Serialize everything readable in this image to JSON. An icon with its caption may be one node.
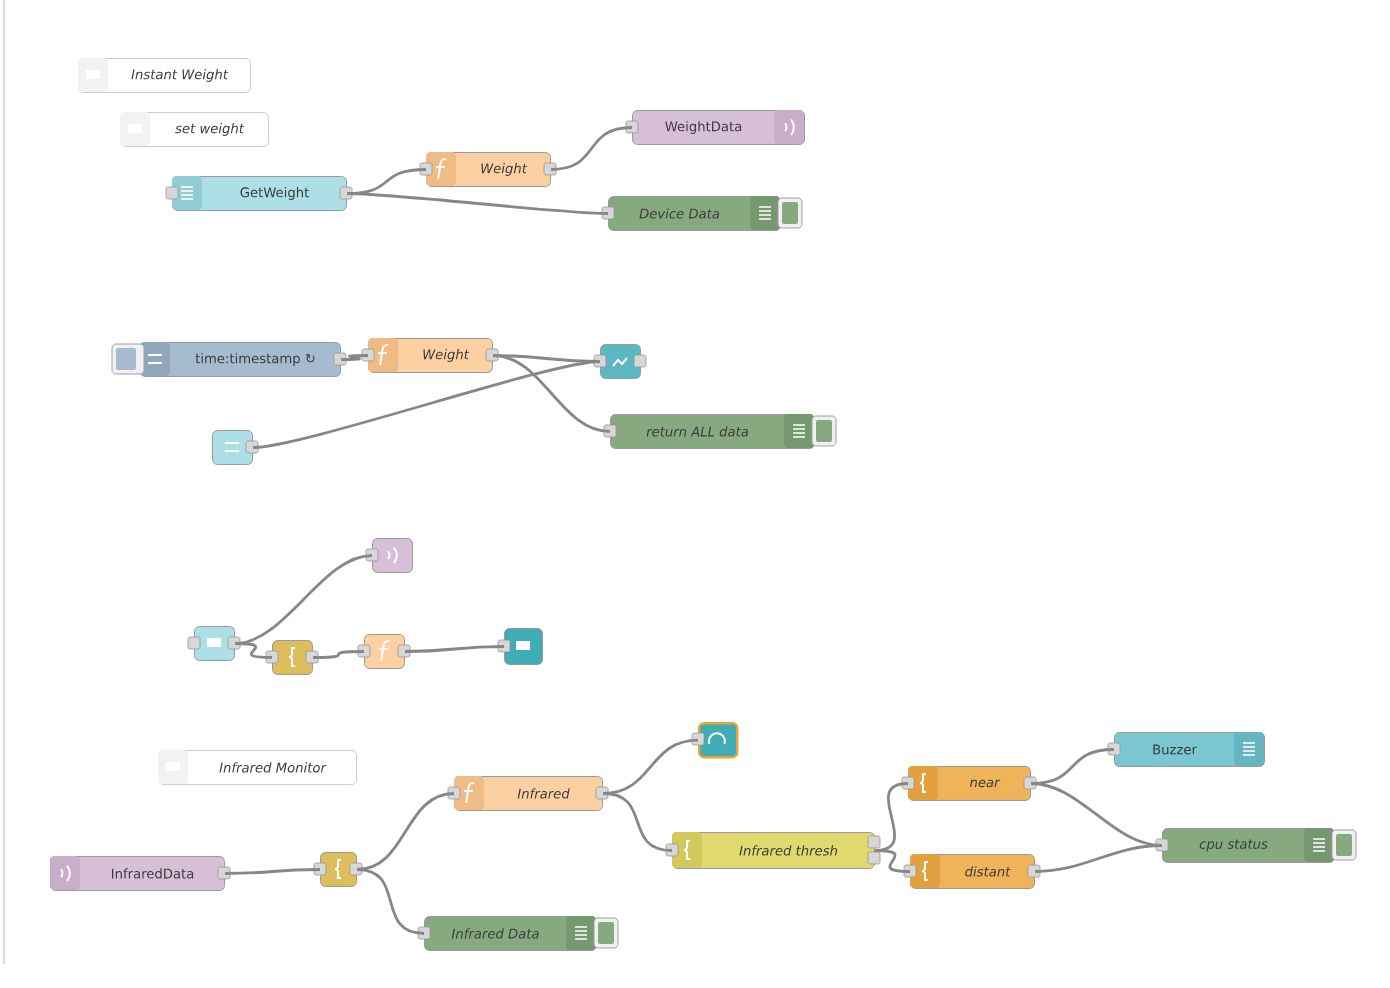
{
  "diagram": {
    "nodes": [
      {
        "text": [
          "Instant Weight"
        ]
      },
      {
        "text": [
          "set weight"
        ]
      },
      {
        "text": [
          "GetWeight"
        ]
      },
      {
        "text": [
          "Weight"
        ]
      },
      {
        "text": [
          "WeightData"
        ]
      },
      {
        "text": [
          "Device Data"
        ]
      },
      {
        "text": [
          "time:timestamp ↻"
        ]
      },
      {
        "text": [
          "Weight"
        ]
      },
      {
        "text": [],
        "shape": "box"
      },
      {
        "text": [],
        "shape": "box"
      },
      {
        "text": [
          "return ALL data"
        ]
      },
      {
        "text": [],
        "shape": "box"
      },
      {
        "text": [],
        "shape": "box"
      },
      {
        "text": [],
        "shape": "box"
      },
      {
        "text": [],
        "shape": "box"
      },
      {
        "text": [],
        "shape": "box"
      },
      {
        "text": [
          "Infrared Monitor"
        ]
      },
      {
        "text": [
          "InfraredData"
        ]
      },
      {
        "text": [],
        "shape": "box"
      },
      {
        "text": [
          "Infrared"
        ]
      },
      {
        "text": [],
        "shape": "box"
      },
      {
        "text": [
          "Infrared thresh"
        ]
      },
      {
        "text": [
          "Infrared Data"
        ]
      },
      {
        "text": [
          "near"
        ]
      },
      {
        "text": [
          "distant"
        ]
      },
      {
        "text": [
          "Buzzer"
        ]
      },
      {
        "text": [
          "cpu status"
        ]
      }
    ],
    "edges": [
      {
        "from": 2,
        "to": 3,
        "arrow": "none"
      },
      {
        "from": 3,
        "to": 4,
        "arrow": "none"
      },
      {
        "from": 2,
        "to": 5,
        "arrow": "none"
      },
      {
        "from": 6,
        "to": 7,
        "arrow": "none"
      },
      {
        "from": 7,
        "to": 8,
        "arrow": "none"
      },
      {
        "from": 7,
        "to": 10,
        "arrow": "none"
      },
      {
        "from": 9,
        "to": 8,
        "arrow": "none"
      },
      {
        "from": 11,
        "to": 12,
        "arrow": "none"
      },
      {
        "from": 11,
        "to": 13,
        "arrow": "none"
      },
      {
        "from": 13,
        "to": 14,
        "arrow": "none"
      },
      {
        "from": 14,
        "to": 15,
        "arrow": "none"
      },
      {
        "from": 17,
        "to": 18,
        "arrow": "none"
      },
      {
        "from": 18,
        "to": 19,
        "arrow": "none"
      },
      {
        "from": 18,
        "to": 22,
        "arrow": "none"
      },
      {
        "from": 19,
        "to": 20,
        "arrow": "none"
      },
      {
        "from": 19,
        "to": 21,
        "arrow": "none"
      },
      {
        "from": 21,
        "to": 23,
        "arrow": "none"
      },
      {
        "from": 21,
        "to": 24,
        "arrow": "none"
      },
      {
        "from": 23,
        "to": 25,
        "arrow": "none"
      },
      {
        "from": 23,
        "to": 26,
        "arrow": "none"
      },
      {
        "from": 24,
        "to": 26,
        "arrow": "none"
      }
    ]
  }
}
